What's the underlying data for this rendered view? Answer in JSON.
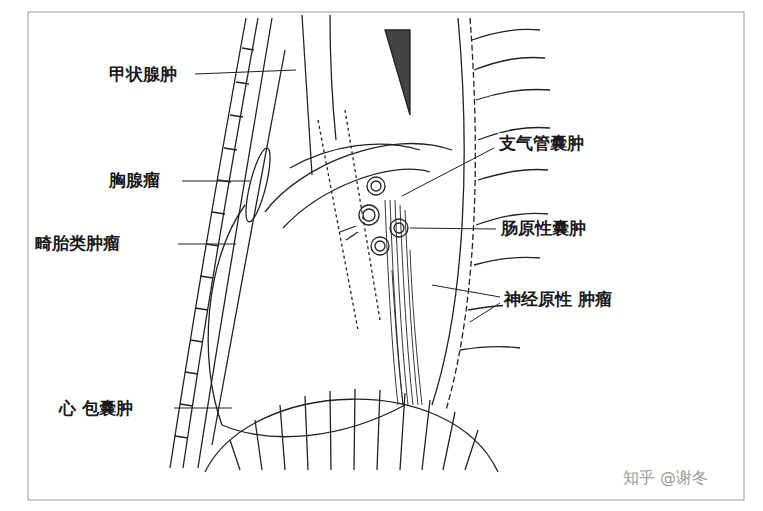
{
  "diagram": {
    "labels": [
      "甲状腺肿",
      "胸腺瘤",
      "畸胎类肿瘤",
      "心 包囊肿",
      "支气管囊肿",
      "肠原性囊肿",
      "神经原性 肿瘤",
      "知乎 @谢冬"
    ]
  }
}
